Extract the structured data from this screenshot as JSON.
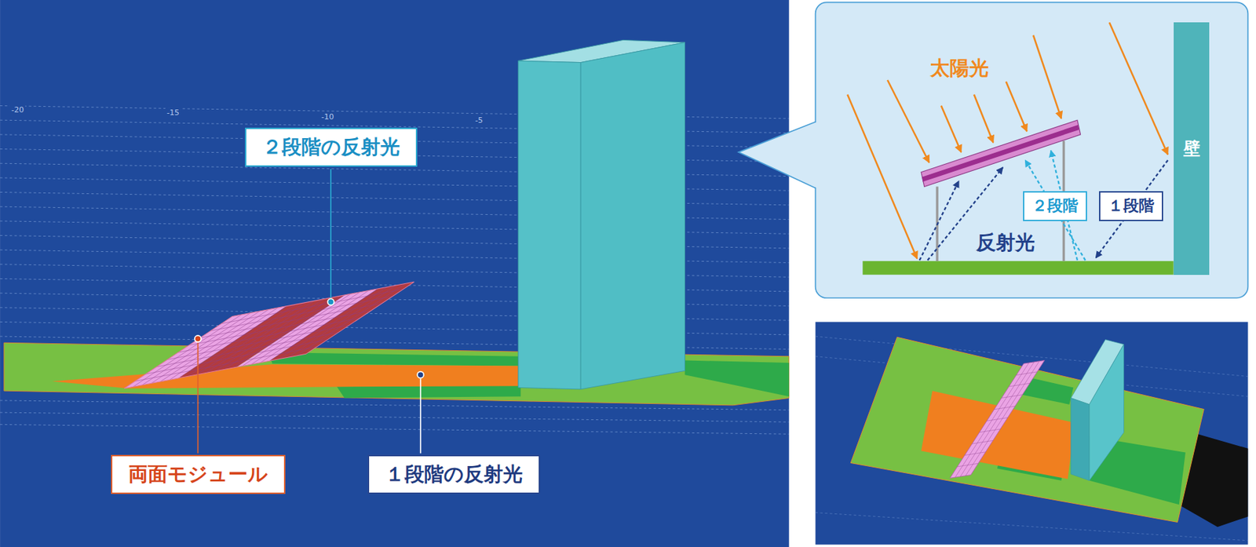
{
  "diagram": {
    "nodes": [
      {
        "text": [
          "２段階の反射光"
        ]
      },
      {
        "text": [
          "両面モジュール"
        ]
      },
      {
        "text": [
          "１段階の反射光"
        ]
      },
      {
        "text": [
          "２段階"
        ]
      },
      {
        "text": [
          "１段階"
        ]
      },
      {
        "text": [
          "壁"
        ]
      }
    ],
    "labels": [
      "-20",
      "-15",
      "-10",
      "-5",
      "太陽光",
      "反射光"
    ]
  }
}
